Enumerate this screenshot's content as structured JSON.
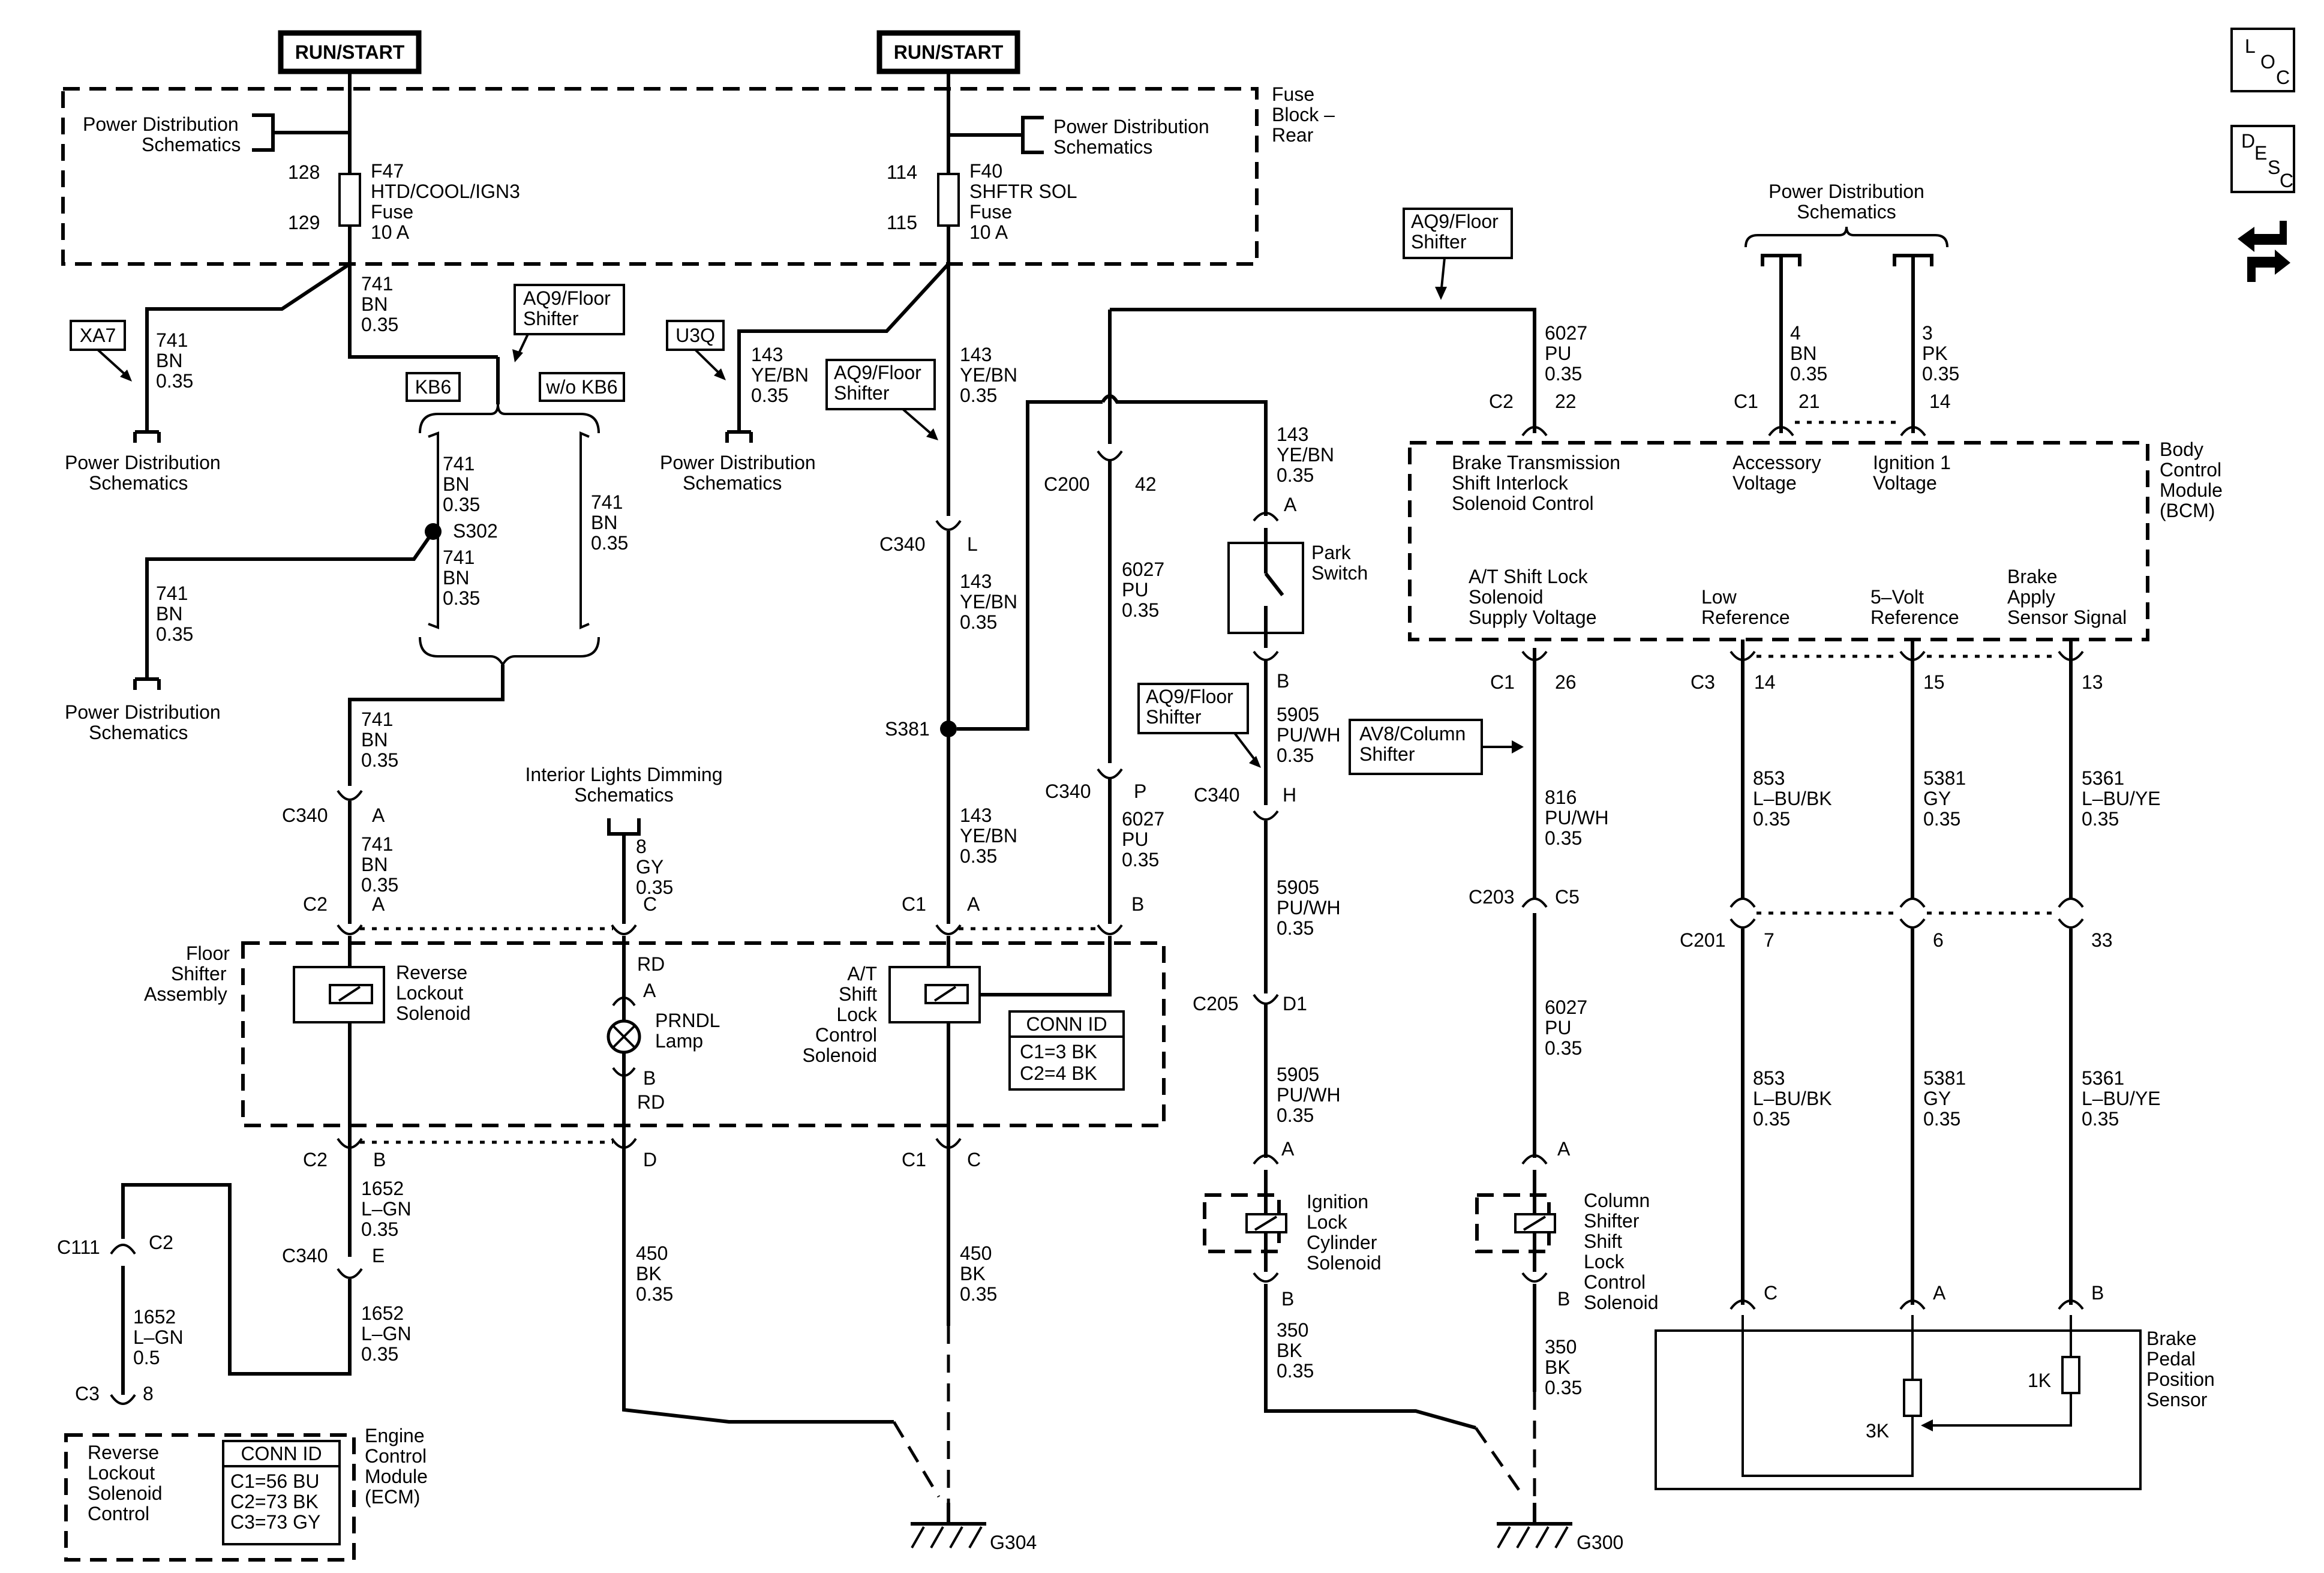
{
  "sources": {
    "run_start_left": "RUN/START",
    "run_start_mid": "RUN/START"
  },
  "fuse_block": {
    "label": [
      "Fuse",
      "Block –",
      "Rear"
    ],
    "pds_left": [
      "Power Distribution",
      "Schematics"
    ],
    "pds_mid": [
      "Power Distribution",
      "Schematics"
    ],
    "f47": {
      "in_pin": "128",
      "out_pin": "129",
      "name": "F47",
      "desc": "HTD/COOL/IGN3",
      "type": "Fuse",
      "rating": "10 A"
    },
    "f40": {
      "in_pin": "114",
      "out_pin": "115",
      "name": "F40",
      "desc": "SHFTR SOL",
      "type": "Fuse",
      "rating": "10 A"
    }
  },
  "options": {
    "xa7": "XA7",
    "u3q": "U3Q",
    "kb6": "KB6",
    "wo_kb6": "w/o KB6",
    "aq9_a": [
      "AQ9/Floor",
      "Shifter"
    ],
    "aq9_b": [
      "AQ9/Floor",
      "Shifter"
    ],
    "aq9_c": [
      "AQ9/Floor",
      "Shifter"
    ],
    "aq9_d": [
      "AQ9/Floor",
      "Shifter"
    ],
    "av8": [
      "AV8/Column",
      "Shifter"
    ]
  },
  "wires": {
    "w741_top": [
      "741",
      "BN",
      "0.35"
    ],
    "w741_xa7": [
      "741",
      "BN",
      "0.35"
    ],
    "w741_s302_top": [
      "741",
      "BN",
      "0.35"
    ],
    "w741_s302_bot": [
      "741",
      "BN",
      "0.35"
    ],
    "w741_wo": [
      "741",
      "BN",
      "0.35"
    ],
    "w741_pds2": [
      "741",
      "BN",
      "0.35"
    ],
    "w741_merge": [
      "741",
      "BN",
      "0.35"
    ],
    "w741_c2": [
      "741",
      "BN",
      "0.35"
    ],
    "w143_u3q": [
      "143",
      "YE/BN",
      "0.35"
    ],
    "w143_main": [
      "143",
      "YE/BN",
      "0.35"
    ],
    "w143_c340": [
      "143",
      "YE/BN",
      "0.35"
    ],
    "w143_c1": [
      "143",
      "YE/BN",
      "0.35"
    ],
    "w143_park": [
      "143",
      "YE/BN",
      "0.35"
    ],
    "w6027_c2": [
      "6027",
      "PU",
      "0.35"
    ],
    "w6027_c200": [
      "6027",
      "PU",
      "0.35"
    ],
    "w6027_c340": [
      "6027",
      "PU",
      "0.35"
    ],
    "w6027_c5": [
      "6027",
      "PU",
      "0.35"
    ],
    "w8": [
      "8",
      "GY",
      "0.35"
    ],
    "w5905_a": [
      "5905",
      "PU/WH",
      "0.35"
    ],
    "w5905_b": [
      "5905",
      "PU/WH",
      "0.35"
    ],
    "w5905_c": [
      "5905",
      "PU/WH",
      "0.35"
    ],
    "w816": [
      "816",
      "PU/WH",
      "0.35"
    ],
    "w1652_a": [
      "1652",
      "L–GN",
      "0.35"
    ],
    "w1652_b": [
      "1652",
      "L–GN",
      "0.35"
    ],
    "w1652_c": [
      "1652",
      "L–GN",
      "0.5"
    ],
    "w450_a": [
      "450",
      "BK",
      "0.35"
    ],
    "w450_b": [
      "450",
      "BK",
      "0.35"
    ],
    "w350_a": [
      "350",
      "BK",
      "0.35"
    ],
    "w350_b": [
      "350",
      "BK",
      "0.35"
    ],
    "w4": [
      "4",
      "BN",
      "0.35"
    ],
    "w3": [
      "3",
      "PK",
      "0.35"
    ],
    "w853_a": [
      "853",
      "L–BU/BK",
      "0.35"
    ],
    "w853_b": [
      "853",
      "L–BU/BK",
      "0.35"
    ],
    "w5381_a": [
      "5381",
      "GY",
      "0.35"
    ],
    "w5381_b": [
      "5381",
      "GY",
      "0.35"
    ],
    "w5361_a": [
      "5361",
      "L–BU/YE",
      "0.35"
    ],
    "w5361_b": [
      "5361",
      "L–BU/YE",
      "0.35"
    ]
  },
  "connectors": {
    "kb6_c340_a": [
      "C340",
      "A"
    ],
    "c2_a": [
      "C2",
      "A"
    ],
    "c2_b": [
      "C2",
      "B"
    ],
    "c340_e": [
      "C340",
      "E"
    ],
    "c111_c2": [
      "C111",
      "C2"
    ],
    "c3_8": [
      "C3",
      "8"
    ],
    "c340_l": [
      "C340",
      "L"
    ],
    "c200_42": [
      "C200",
      "42"
    ],
    "c340_p": [
      "C340",
      "P"
    ],
    "c1_a": [
      "C1",
      "A"
    ],
    "c1_c": [
      "C1",
      "C"
    ],
    "c340_h": [
      "C340",
      "H"
    ],
    "c205_d1": [
      "C205",
      "D1"
    ],
    "c2_22": [
      "C2",
      "22"
    ],
    "c1_21": [
      "C1",
      "21"
    ],
    "p14": "14",
    "c1_26": [
      "C1",
      "26"
    ],
    "c203_c5": [
      "C203",
      "C5"
    ],
    "c3_14": [
      "C3",
      "14"
    ],
    "p15": "15",
    "p13": "13",
    "c201_7": [
      "C201",
      "7"
    ],
    "p6": "6",
    "p33": "33",
    "pin_c_gy": "C",
    "pin_b_b": "B",
    "pin_rd_top": "RD",
    "pin_a_lamp": "A",
    "pin_b_lamp": "B",
    "pin_rd_bot": "RD",
    "pin_d": "D",
    "park_a": "A",
    "park_b": "B",
    "ilc_a": "A",
    "ilc_b": "B",
    "col_a": "A",
    "col_b": "B",
    "bpps_c": "C",
    "bpps_a": "A",
    "bpps_b": "B"
  },
  "splices": {
    "s302": "S302",
    "s381": "S381"
  },
  "components": {
    "floor_shifter": [
      "Floor",
      "Shifter",
      "Assembly"
    ],
    "reverse_lockout": [
      "Reverse",
      "Lockout",
      "Solenoid"
    ],
    "prndl": [
      "PRNDL",
      "Lamp"
    ],
    "at_shift_lock": [
      "A/T",
      "Shift",
      "Lock",
      "Control",
      "Solenoid"
    ],
    "conn_id_floor": {
      "title": "CONN ID",
      "rows": [
        "C1=3 BK",
        "C2=4 BK"
      ]
    },
    "interior_lights": [
      "Interior Lights Dimming",
      "Schematics"
    ],
    "pds_xa7": [
      "Power Distribution",
      "Schematics"
    ],
    "pds_s302": [
      "Power Distribution",
      "Schematics"
    ],
    "pds_u3q": [
      "Power Distribution",
      "Schematics"
    ],
    "pds_bcm": [
      "Power Distribution",
      "Schematics"
    ],
    "park_switch": [
      "Park",
      "Switch"
    ],
    "ignition_lock": [
      "Ignition",
      "Lock",
      "Cylinder",
      "Solenoid"
    ],
    "column_shifter": [
      "Column",
      "Shifter",
      "Shift",
      "Lock",
      "Control",
      "Solenoid"
    ],
    "ecm": {
      "label": [
        "Engine",
        "Control",
        "Module",
        "(ECM)"
      ],
      "function": [
        "Reverse",
        "Lockout",
        "Solenoid",
        "Control"
      ],
      "conn_title": "CONN ID",
      "conn_rows": [
        "C1=56 BU",
        "C2=73 BK",
        "C3=73 GY"
      ]
    },
    "bcm": {
      "label": [
        "Body",
        "Control",
        "Module",
        "(BCM)"
      ],
      "bts": [
        "Brake Transmission",
        "Shift Interlock",
        "Solenoid Control"
      ],
      "acc": [
        "Accessory",
        "Voltage"
      ],
      "ign1": [
        "Ignition 1",
        "Voltage"
      ],
      "atsl": [
        "A/T Shift Lock",
        "Solenoid",
        "Supply Voltage"
      ],
      "lowref": [
        "Low",
        "Reference"
      ],
      "fivevref": [
        "5–Volt",
        "Reference"
      ],
      "bas": [
        "Brake",
        "Apply",
        "Sensor Signal"
      ]
    },
    "bpps": {
      "label": [
        "Brake",
        "Pedal",
        "Position",
        "Sensor"
      ],
      "r1": "1K",
      "r3": "3K"
    }
  },
  "grounds": {
    "g304": "G304",
    "g300": "G300"
  },
  "legend_icons": {
    "loc": [
      "L",
      "O",
      "C"
    ],
    "desc": [
      "D",
      "E",
      "S",
      "C"
    ],
    "nav": "navigation-icon"
  }
}
